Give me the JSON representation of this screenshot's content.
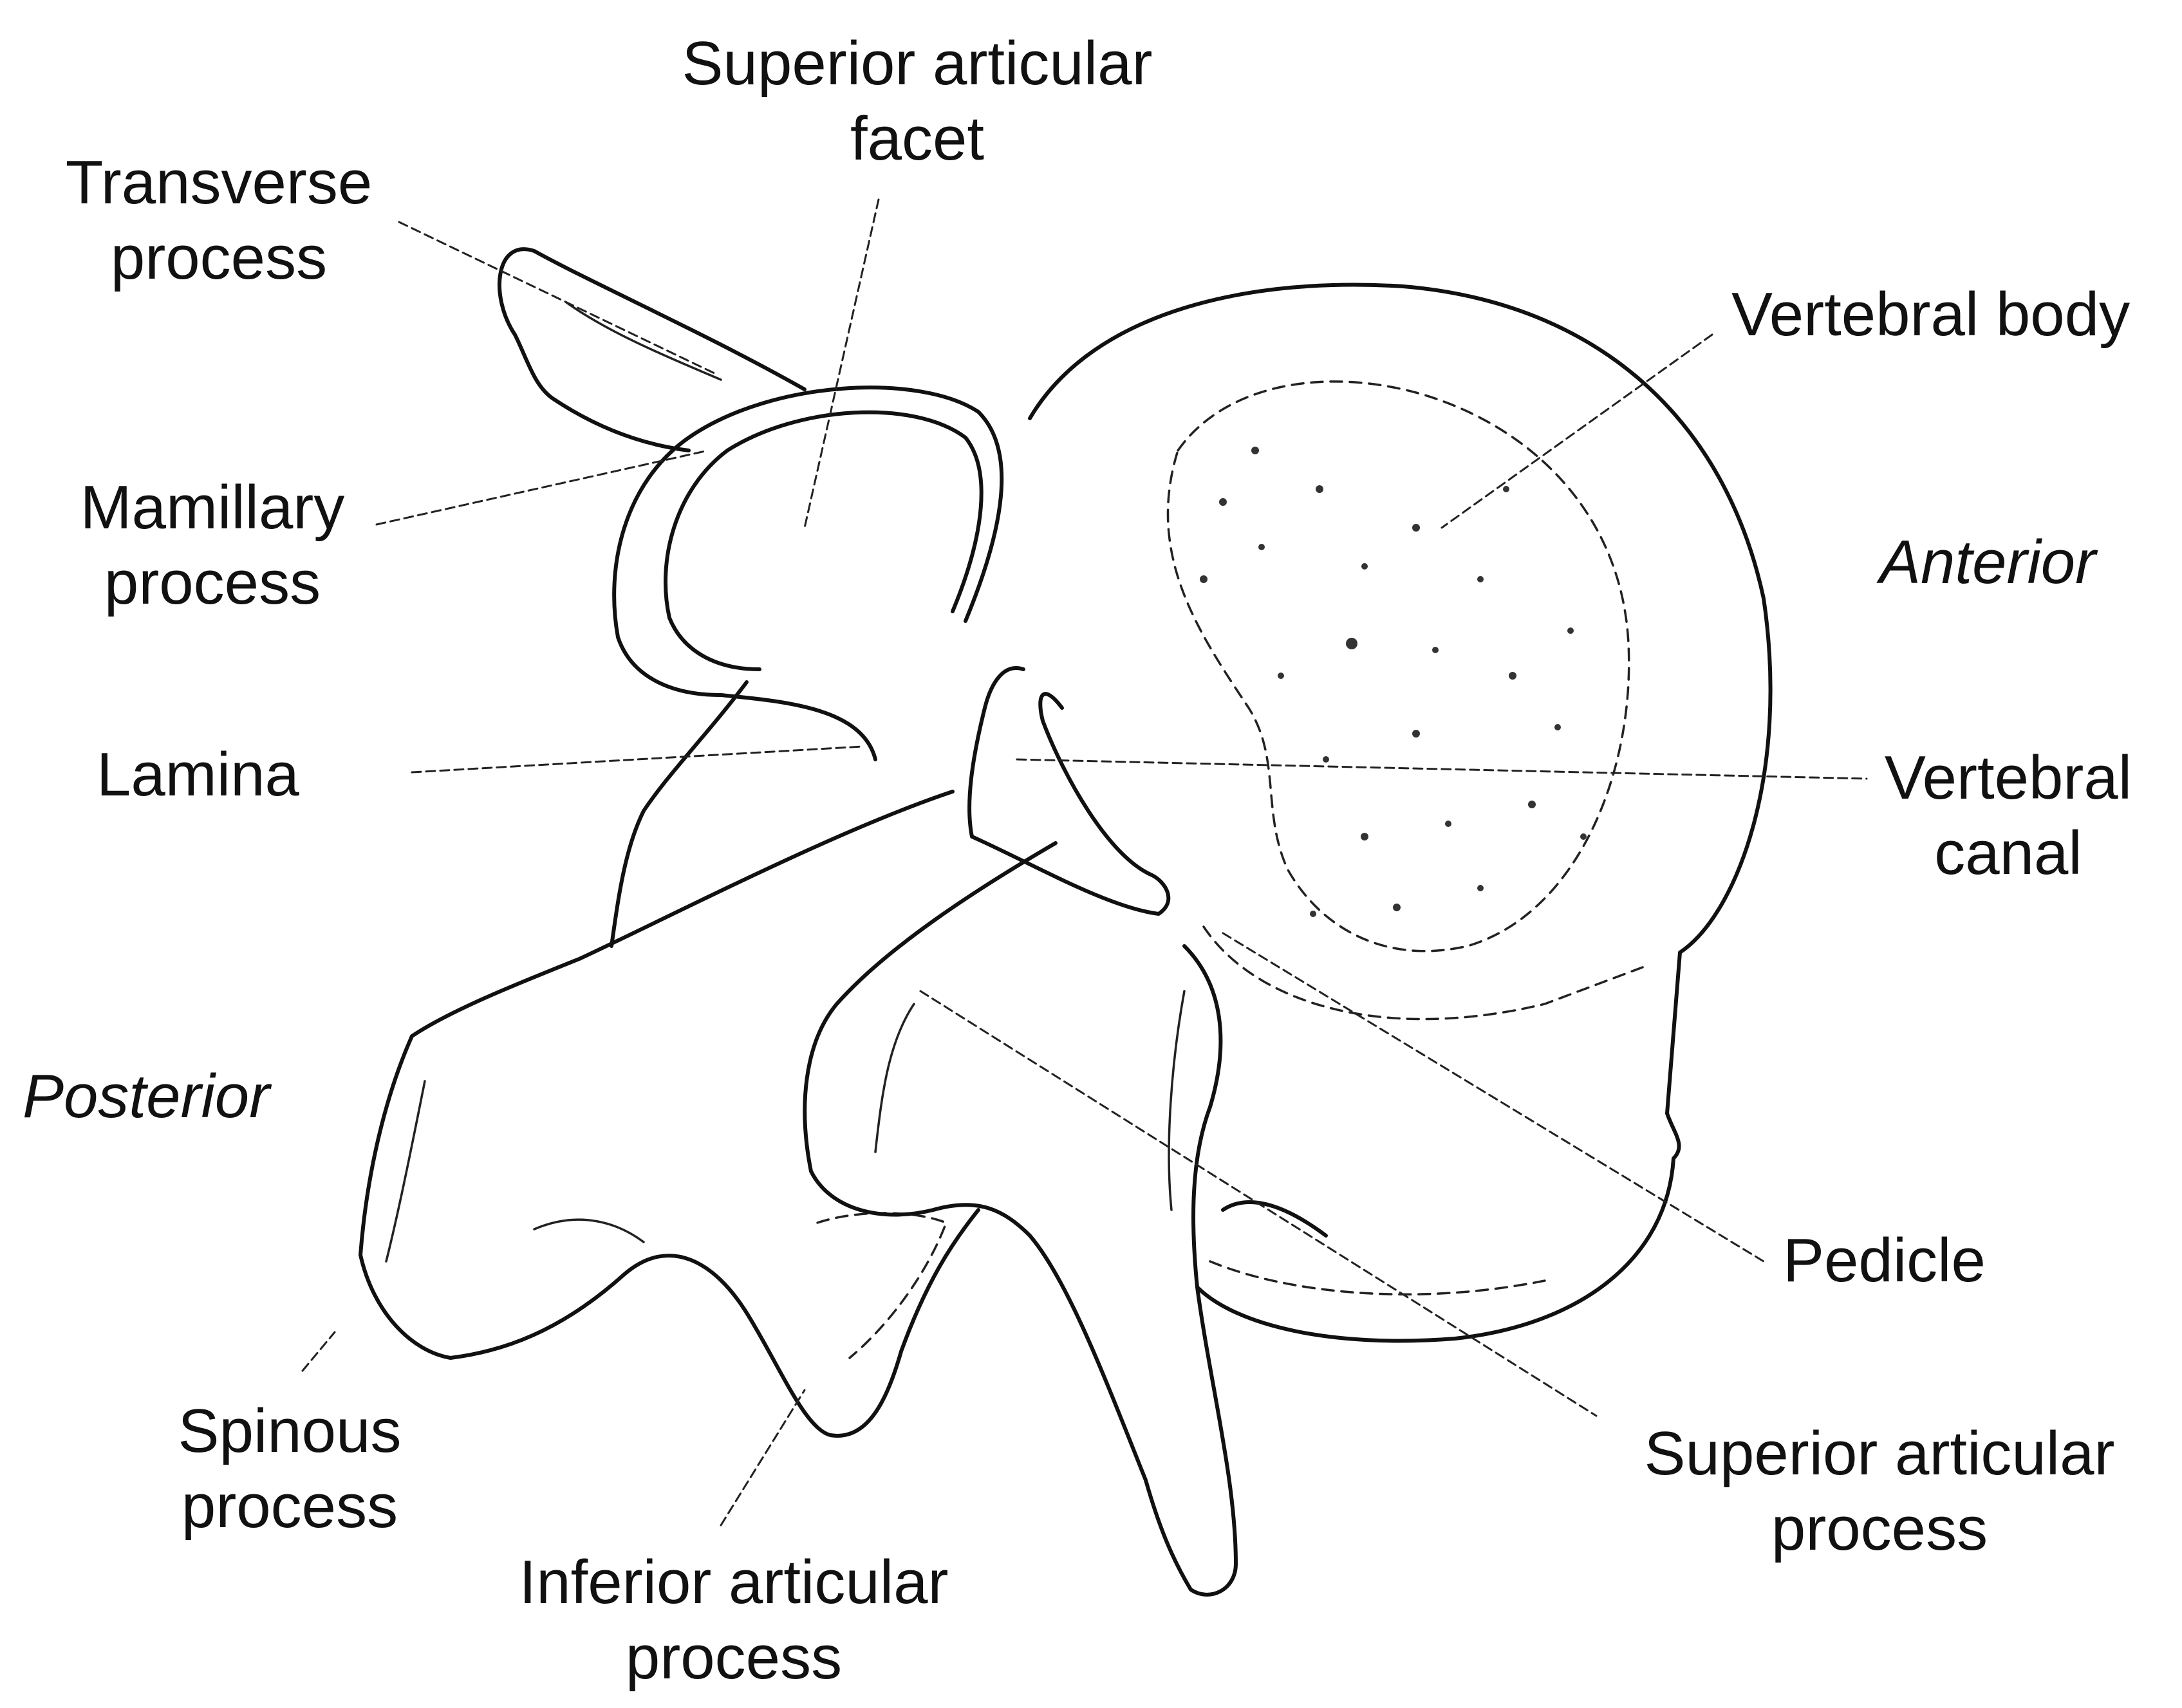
{
  "labels": {
    "superior_articular_facet": [
      "Superior articular",
      "facet"
    ],
    "transverse_process": [
      "Transverse",
      "process"
    ],
    "mamillary_process": [
      "Mamillary",
      "process"
    ],
    "lamina": "Lamina",
    "posterior": "Posterior",
    "spinous_process": [
      "Spinous",
      "process"
    ],
    "inferior_articular_process": [
      "Inferior articular",
      "process"
    ],
    "vertebral_body": "Vertebral body",
    "anterior": "Anterior",
    "vertebral_canal": [
      "Vertebral",
      "canal"
    ],
    "pedicle": "Pedicle",
    "superior_articular_process": [
      "Superior articular",
      "process"
    ]
  },
  "style": {
    "ink": "#111111",
    "background": "#ffffff"
  }
}
